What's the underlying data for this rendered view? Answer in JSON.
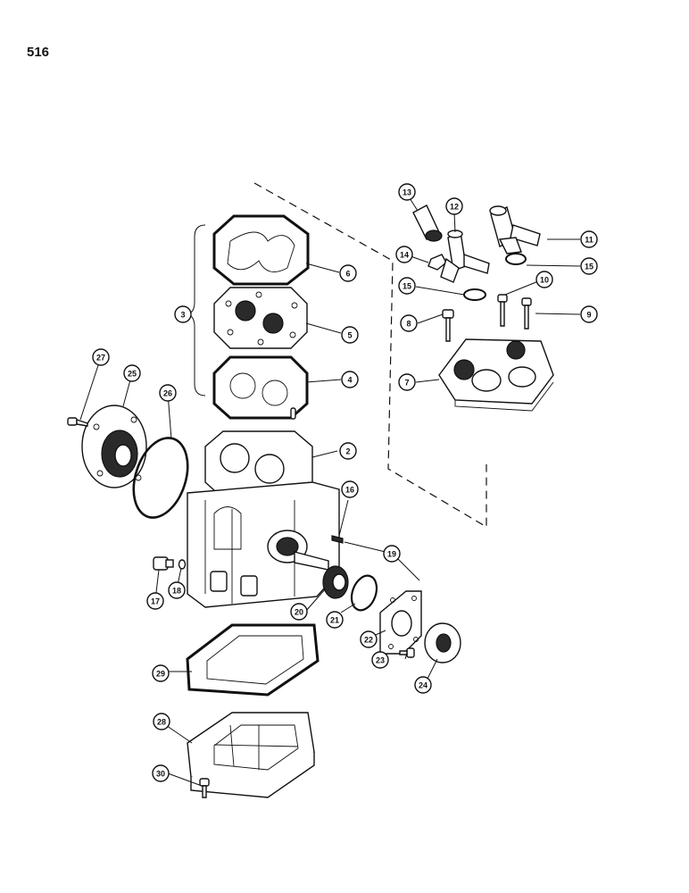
{
  "page": {
    "number": "516"
  },
  "diagram": {
    "callouts": [
      "2",
      "3",
      "4",
      "5",
      "6",
      "7",
      "8",
      "9",
      "10",
      "11",
      "12",
      "13",
      "14",
      "15",
      "15",
      "16",
      "17",
      "18",
      "19",
      "20",
      "21",
      "22",
      "23",
      "24",
      "25",
      "26",
      "27",
      "28",
      "29",
      "30"
    ]
  }
}
